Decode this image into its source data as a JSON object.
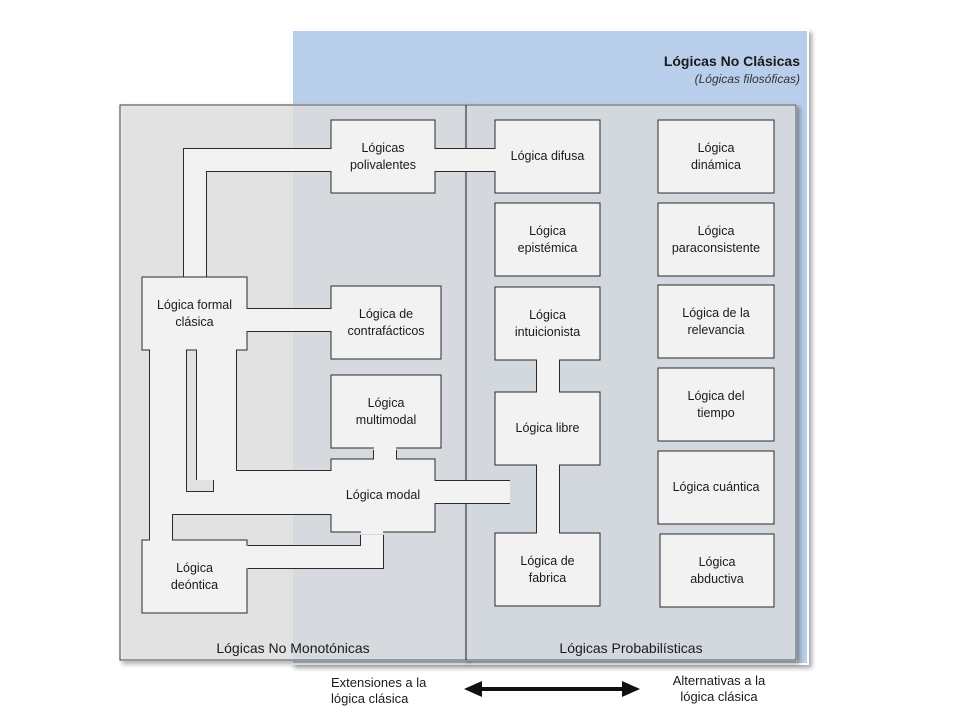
{
  "regions": {
    "non_classical": {
      "title": "Lógicas No Clásicas",
      "subtitle": "(Lógicas filosóficas)",
      "fill": "#b9ceea"
    },
    "non_monotonic": {
      "title": "Lógicas No Monotónicas",
      "fill": "#e3e3e3"
    },
    "probabilistic": {
      "title": "Lógicas Probabilísticas",
      "fill": "#d3d8df"
    }
  },
  "nodes": {
    "polivalentes": "Lógicas\npolivalentes",
    "difusa": "Lógica difusa",
    "dinamica": "Lógica\ndinámica",
    "epistemica": "Lógica\nepistémica",
    "paraconsistente": "Lógica\nparaconsistente",
    "formal_clasica": "Lógica formal\nclásica",
    "contrafacticos": "Lógica de\ncontrafácticos",
    "intuicionista": "Lógica\nintuicionista",
    "relevancia": "Lógica de la\nrelevancia",
    "multimodal": "Lógica\nmultimodal",
    "libre": "Lógica libre",
    "tiempo": "Lógica del\ntiempo",
    "modal": "Lógica modal",
    "cuantica": "Lógica cuántica",
    "deontica": "Lógica\ndeóntica",
    "fabrica": "Lógica de\nfabrica",
    "abductiva": "Lógica\nabductiva"
  },
  "footer": {
    "left_label": "Extensiones a la\nlógica clásica",
    "right_label": "Alternativas a la\nlógica clásica"
  },
  "colors": {
    "box_fill": "#f2f2f2",
    "box_stroke": "#2b2b2b",
    "arrow": "#111111"
  }
}
